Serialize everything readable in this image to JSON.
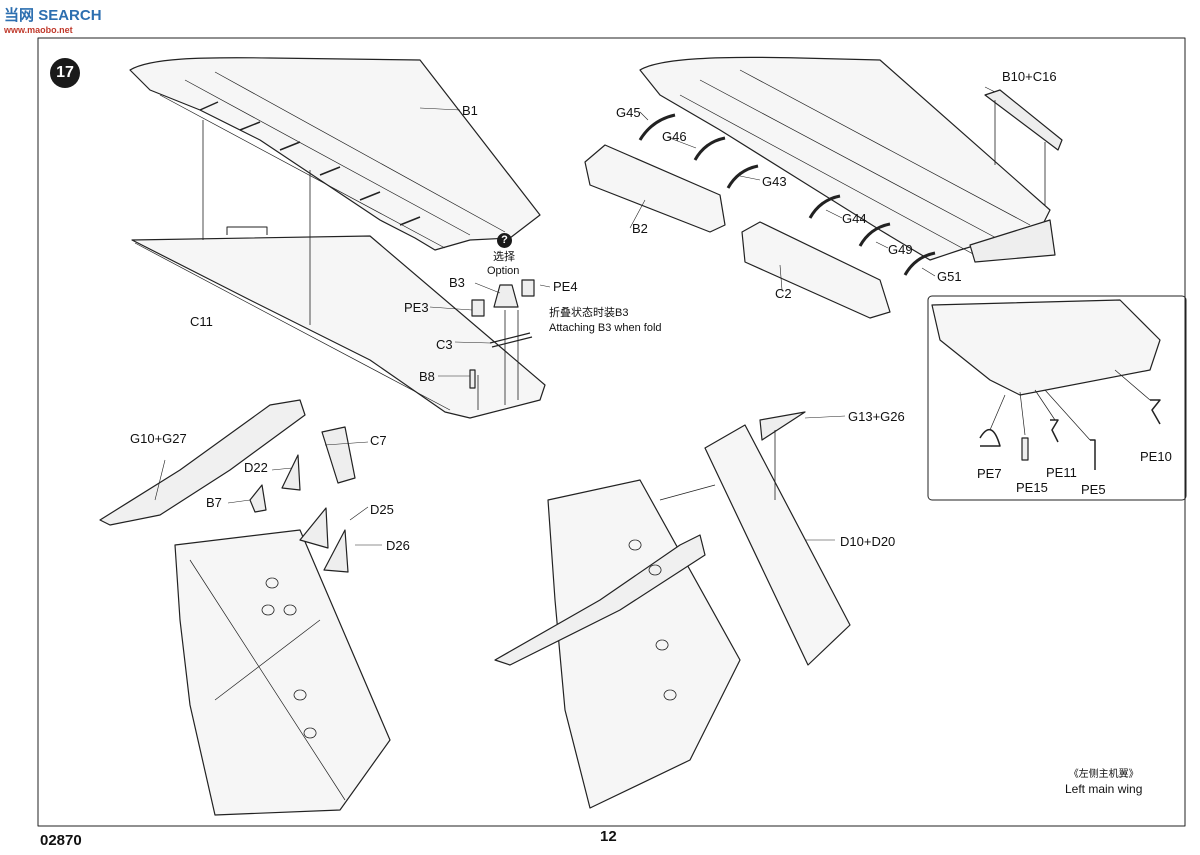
{
  "watermark": {
    "brand": "SEARCH",
    "zh": "当网",
    "site": "www.maobo.net"
  },
  "step": "17",
  "option": {
    "icon": "?",
    "zh": "选择",
    "en": "Option"
  },
  "fold_note": {
    "zh": "折叠状态时装B3",
    "en": "Attaching B3 when fold"
  },
  "labels": {
    "B1": "B1",
    "C11": "C11",
    "B3": "B3",
    "PE4": "PE4",
    "PE3": "PE3",
    "C3": "C3",
    "B8": "B8",
    "G45": "G45",
    "G46": "G46",
    "G43": "G43",
    "G44": "G44",
    "G49": "G49",
    "G51": "G51",
    "B2": "B2",
    "C2": "C2",
    "B10C16": "B10+C16",
    "PE10": "PE10",
    "PE7": "PE7",
    "PE15": "PE15",
    "PE11": "PE11",
    "PE5": "PE5",
    "G10G27": "G10+G27",
    "C7": "C7",
    "D22": "D22",
    "B7": "B7",
    "D25": "D25",
    "D26": "D26",
    "G13G26": "G13+G26",
    "D10D20": "D10+D20"
  },
  "caption": {
    "zh": "《左侧主机翼》",
    "en": "Left main wing"
  },
  "footer": {
    "code": "02870",
    "page": "12"
  }
}
